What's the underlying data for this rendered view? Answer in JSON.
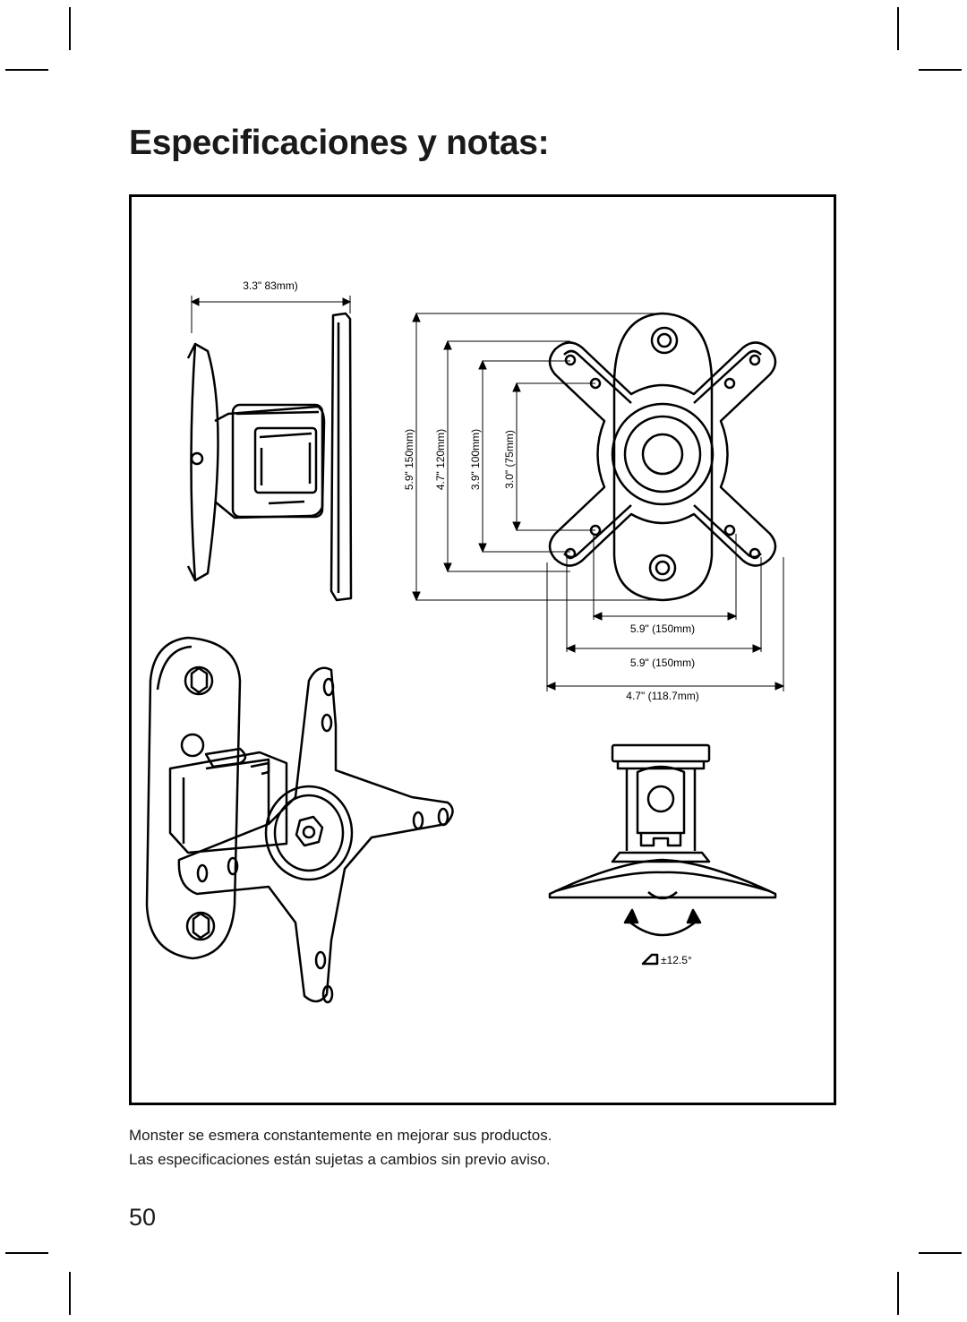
{
  "page": {
    "title": "Especificaciones y notas:",
    "note_line1": "Monster se esmera constantemente en mejorar sus productos.",
    "note_line2": "Las especificaciones están sujetas a cambios sin previo aviso.",
    "page_number": "50"
  },
  "diagram": {
    "dim_depth": "3.3\" 83mm)",
    "dim_v150": "5.9\" 150mm)",
    "dim_v120": "4.7\" 120mm)",
    "dim_v100": "3.9\" 100mm)",
    "dim_v75": "3.0\" (75mm)",
    "dim_h150_inner": "5.9\" (150mm)",
    "dim_h150_outer": "5.9\" (150mm)",
    "dim_h118": "4.7\" (118.7mm)",
    "tilt_angle": "±12.5°"
  }
}
